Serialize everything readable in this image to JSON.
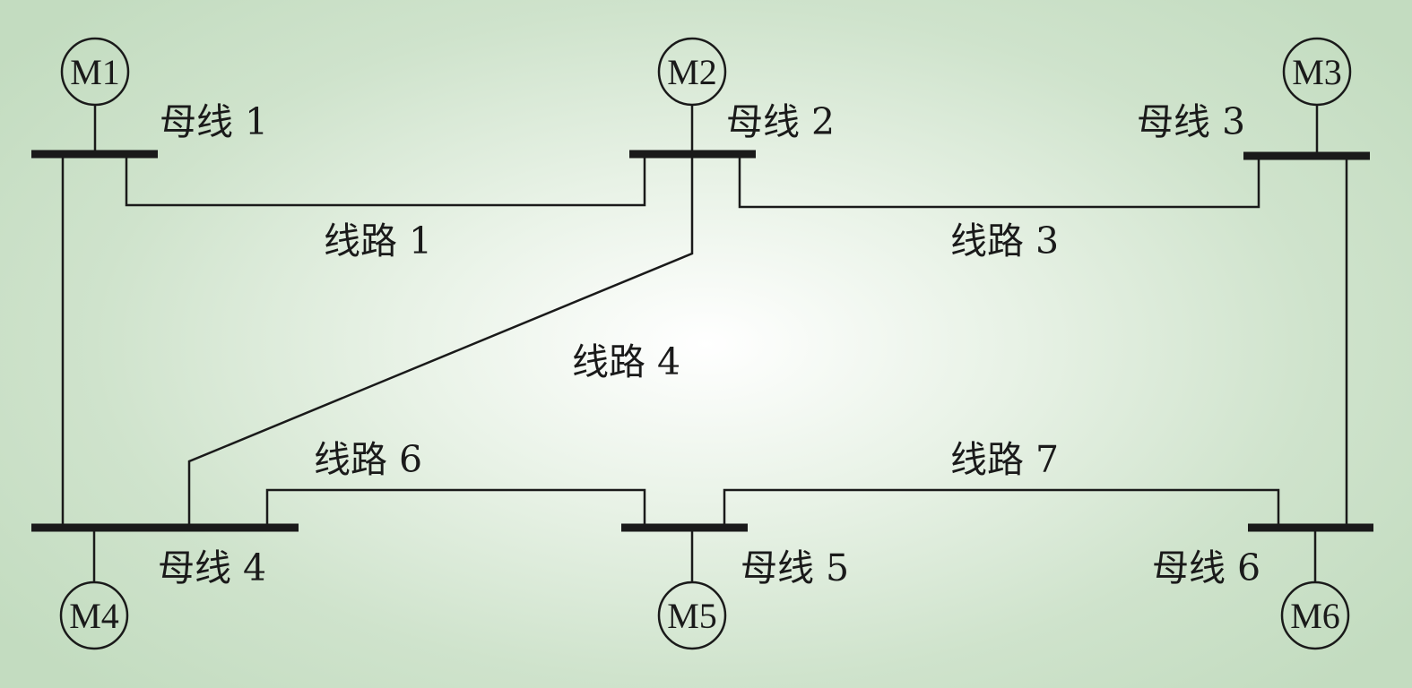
{
  "generators": {
    "m1": "M1",
    "m2": "M2",
    "m3": "M3",
    "m4": "M4",
    "m5": "M5",
    "m6": "M6"
  },
  "buses": {
    "bus1": "母线 1",
    "bus2": "母线 2",
    "bus3": "母线 3",
    "bus4": "母线 4",
    "bus5": "母线 5",
    "bus6": "母线 6"
  },
  "lines": {
    "line1": "线路 1",
    "line3": "线路 3",
    "line4": "线路 4",
    "line6": "线路 6",
    "line7": "线路 7"
  }
}
